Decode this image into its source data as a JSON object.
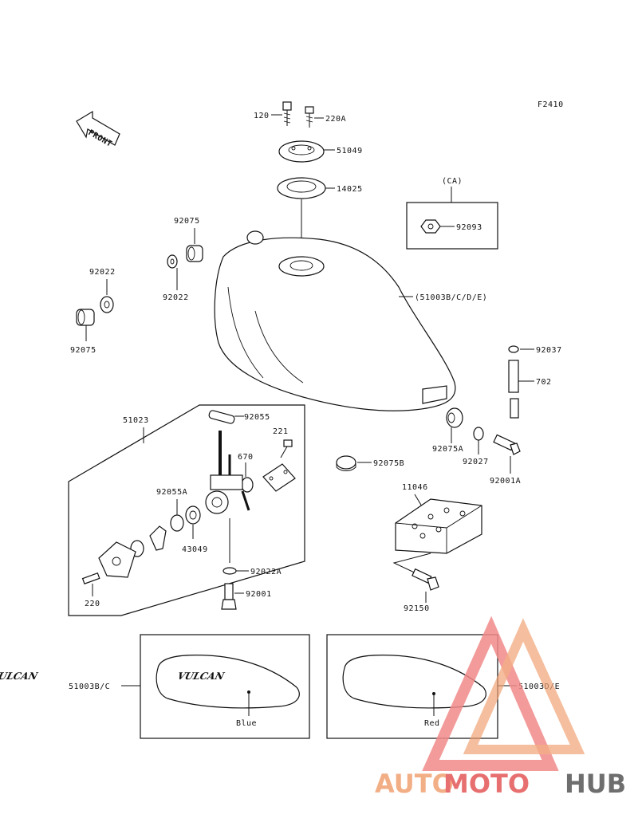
{
  "figure_code": "F2410",
  "front_label": "FRONT",
  "ca_label": "(CA)",
  "tank_label": "(51003B/C/D/E)",
  "parts": {
    "p120": "120",
    "p220A": "220A",
    "p51049": "51049",
    "p14025": "14025",
    "p92093": "92093",
    "p92075_top": "92075",
    "p92022_mid": "92022",
    "p92022_left": "92022",
    "p92075_left": "92075",
    "p92037": "92037",
    "p702": "702",
    "p51023": "51023",
    "p92055": "92055",
    "p221": "221",
    "p670": "670",
    "p92055A": "92055A",
    "p43049": "43049",
    "p92022A": "92022A",
    "p92001": "92001",
    "p220_bottom": "220",
    "p92075A": "92075A",
    "p92027": "92027",
    "p92001A": "92001A",
    "p92075B": "92075B",
    "p11046": "11046",
    "p92150": "92150",
    "p51003BC": "51003B/C",
    "p51003DE": "51003D/E"
  },
  "color_variants": {
    "left": "Blue",
    "right": "Red"
  },
  "watermark": {
    "part1": "AUTO",
    "part2": "MOTO",
    "part3": "HUB",
    "color_primary": "#f0a070",
    "color_secondary": "#e35656",
    "color_dark": "#555555"
  }
}
